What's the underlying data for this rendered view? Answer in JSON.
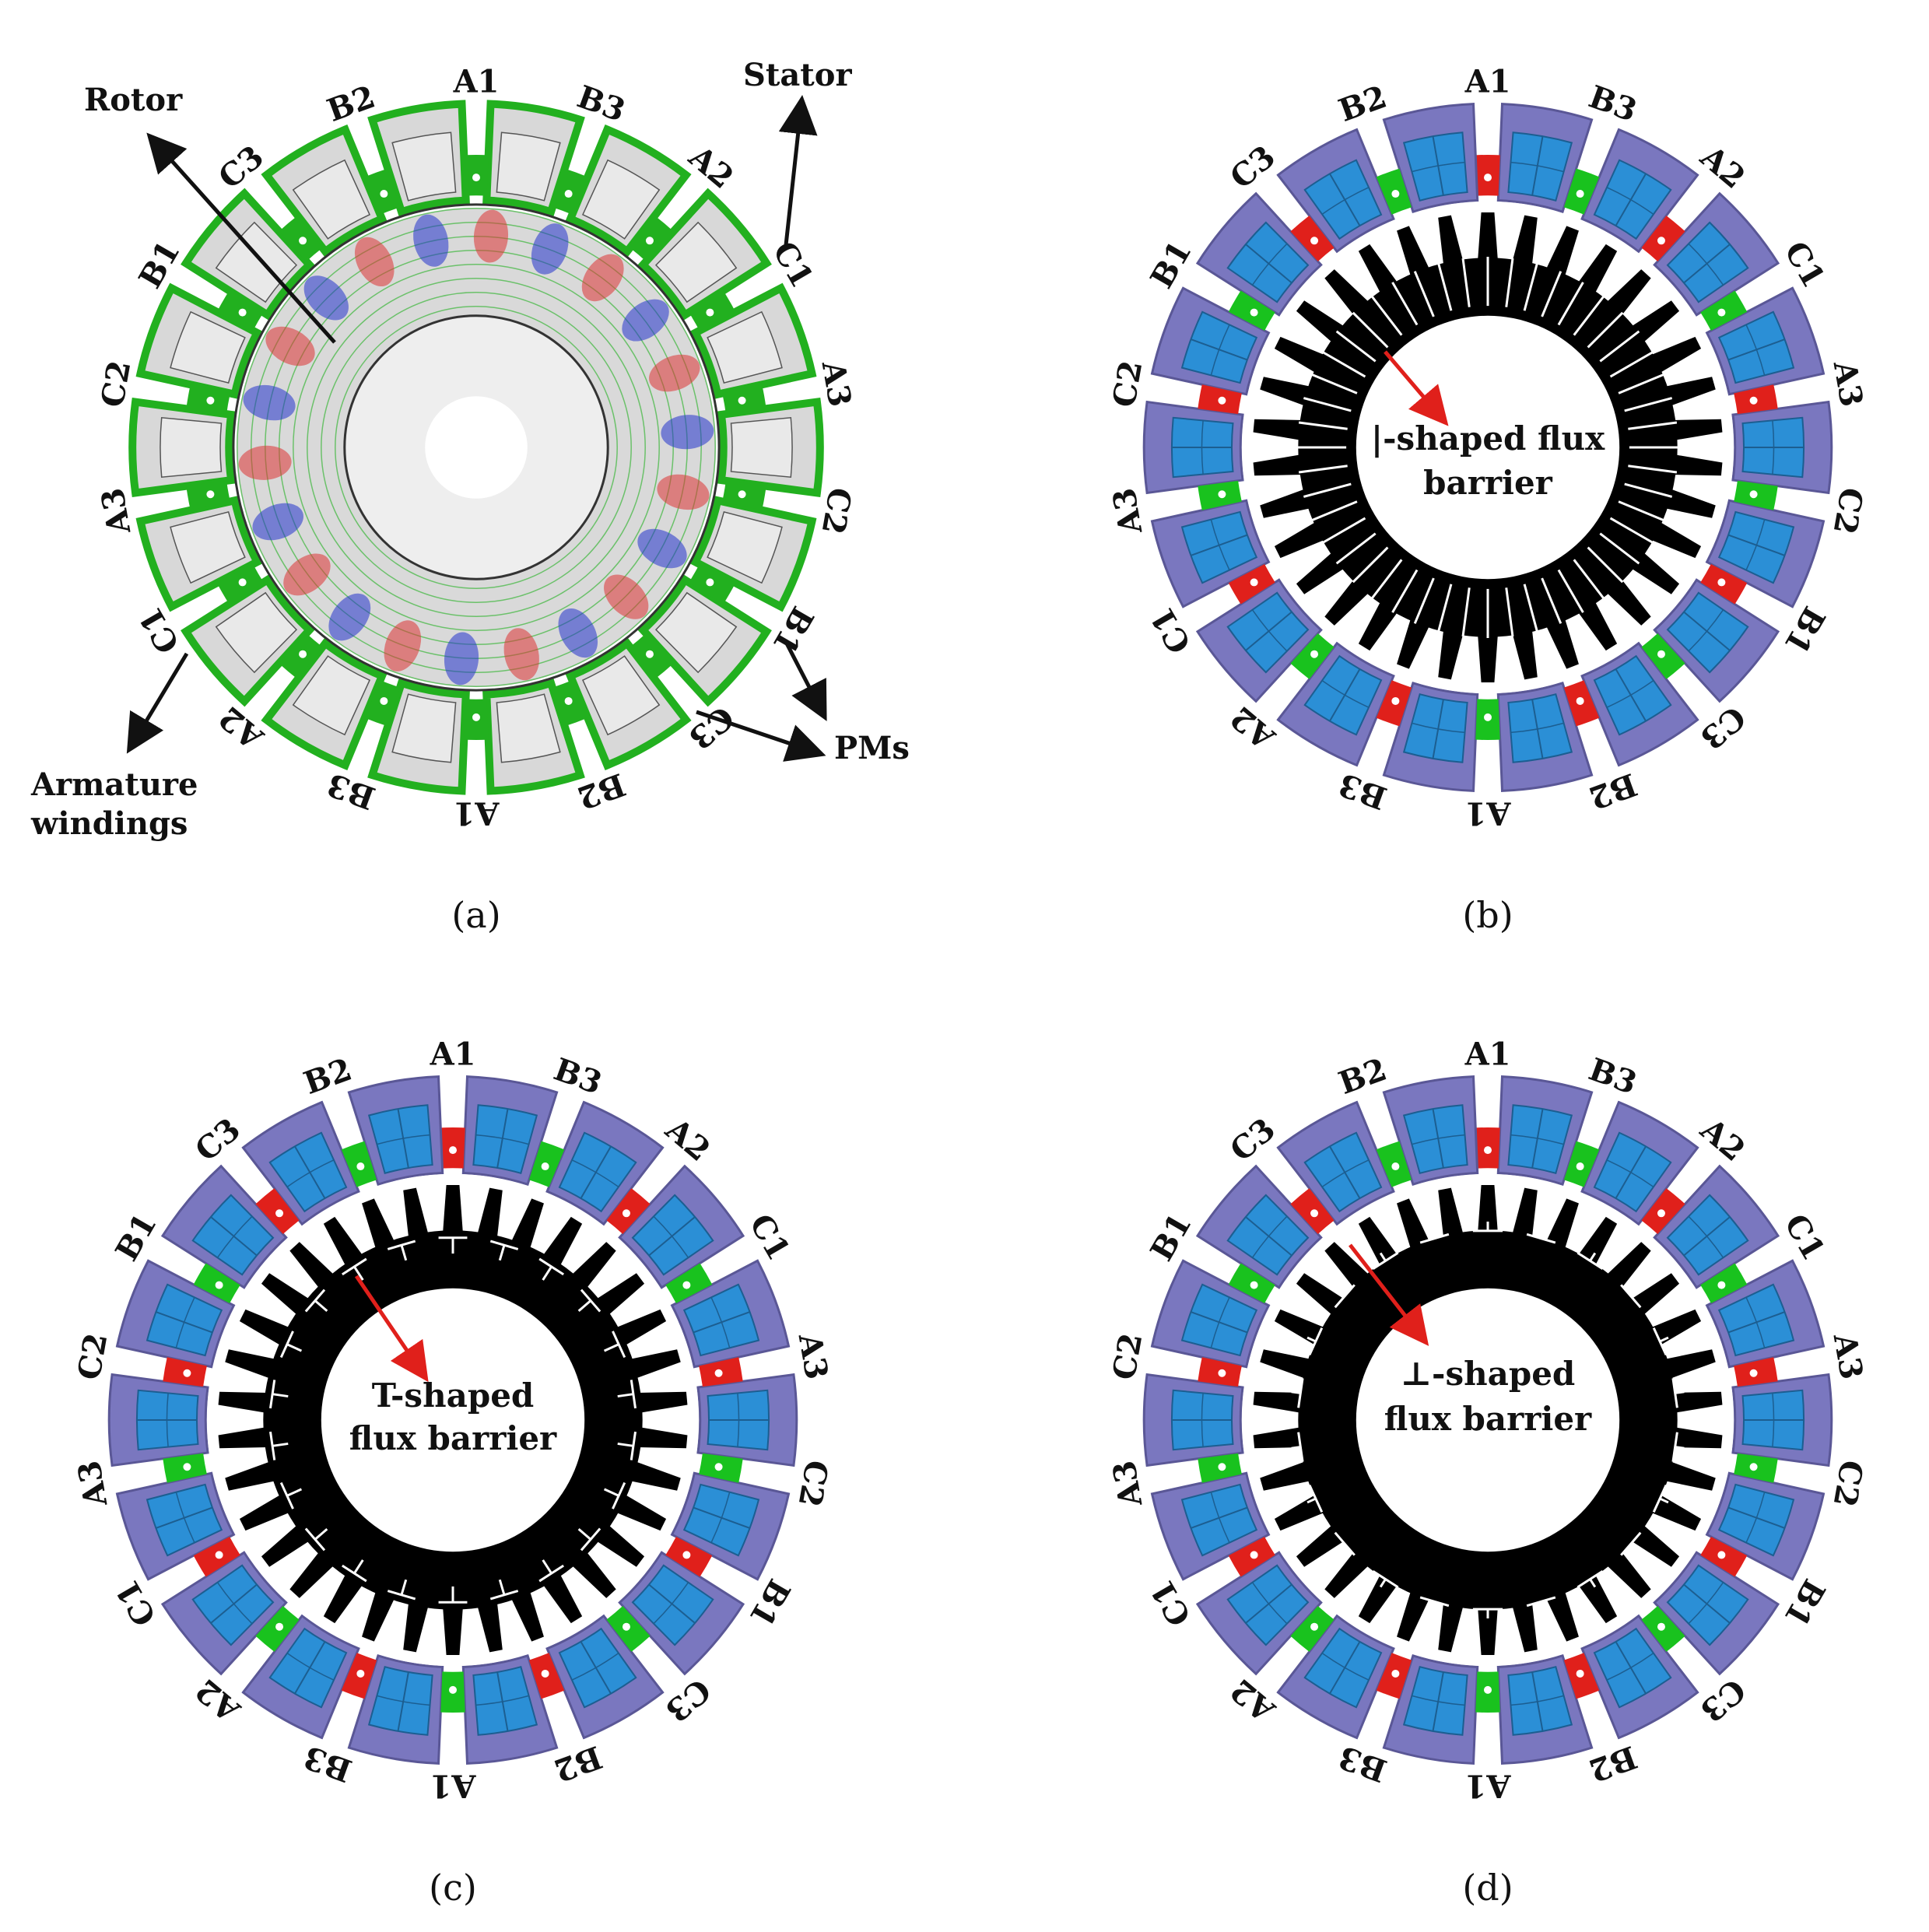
{
  "slot_labels": [
    "A1",
    "B3",
    "A2",
    "C1",
    "A3",
    "C2",
    "B1",
    "C3",
    "B2",
    "A1",
    "B3",
    "A2",
    "C1",
    "A3",
    "C2",
    "B1",
    "C3",
    "B2"
  ],
  "panels": [
    {
      "id": "a",
      "caption": "(a)",
      "variant": "field",
      "callouts": {
        "rotor": "Rotor",
        "stator": "Stator",
        "pms": "PMs",
        "armature_line1": "Armature",
        "armature_line2": "windings"
      }
    },
    {
      "id": "b",
      "caption": "(b)",
      "variant": "I",
      "barrier_label_line1": "|-shaped flux",
      "barrier_label_line2": "barrier"
    },
    {
      "id": "c",
      "caption": "(c)",
      "variant": "T",
      "barrier_label_line1": "T-shaped",
      "barrier_label_line2": "flux barrier"
    },
    {
      "id": "d",
      "caption": "(d)",
      "variant": "inverted-T",
      "barrier_label_line1": "⊥-shaped",
      "barrier_label_line2": "flux barrier"
    }
  ],
  "colors": {
    "winding": "#2b8fd6",
    "stator_core": "#7a77bf",
    "pm_red": "#e0201b",
    "pm_green": "#19c21e",
    "rotor": "#000000",
    "arrow_red": "#e0201b",
    "field_line": "#22b01f"
  }
}
